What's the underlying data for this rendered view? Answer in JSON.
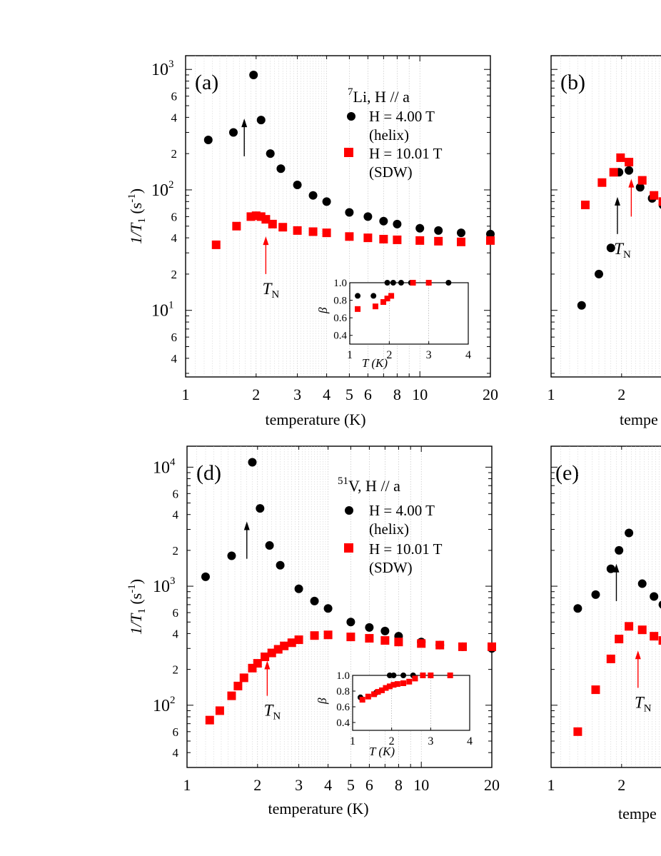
{
  "panels_common": {
    "xlabel": "temperature (K)",
    "ylabel_main": "1/T",
    "ylabel_sub": "1",
    "ylabel_unit": " (s",
    "ylabel_exp": "-1",
    "ylabel_close": ")",
    "tn_main": "T",
    "tn_sub": "N",
    "inset_ylabel": "β",
    "inset_xlabel": "T (K)"
  },
  "chart_data": [
    {
      "type": "scatter",
      "panel_label": "(a)",
      "legend_title_sup": "7",
      "legend_title": "Li, H // a",
      "legend_placement": "top-right",
      "x_scale": "log",
      "y_scale": "log",
      "xlim": [
        1,
        20
      ],
      "ylim": [
        2.8,
        1300
      ],
      "x_ticks": [
        "1",
        "2",
        "3",
        "4",
        "5",
        "6",
        "8",
        "10",
        "20"
      ],
      "y_ticks": [
        "10^1",
        "10^2",
        "10^3"
      ],
      "y_minor_labels": [
        "4",
        "6",
        "2",
        "4",
        "6",
        "2",
        "4",
        "6"
      ],
      "series": [
        {
          "name": "H = 4.00 T",
          "note": "(helix)",
          "color": "#000000",
          "marker": "circle",
          "x": [
            1.25,
            1.6,
            1.95,
            2.1,
            2.3,
            2.55,
            3.0,
            3.5,
            4.0,
            5.0,
            6.0,
            7.0,
            8.0,
            10.0,
            12.0,
            15.0,
            20.0
          ],
          "y": [
            260,
            300,
            900,
            380,
            200,
            150,
            110,
            90,
            80,
            65,
            60,
            55,
            52,
            48,
            46,
            44,
            43
          ]
        },
        {
          "name": "H = 10.01 T",
          "note": "(SDW)",
          "color": "#ff0000",
          "marker": "square",
          "x": [
            1.35,
            1.65,
            1.9,
            2.0,
            2.1,
            2.2,
            2.35,
            2.6,
            3.0,
            3.5,
            4.0,
            5.0,
            6.0,
            7.0,
            8.0,
            10.0,
            12.0,
            15.0,
            20.0
          ],
          "y": [
            35,
            50,
            60,
            61,
            60,
            57,
            52,
            49,
            46,
            45,
            44,
            41,
            40,
            39,
            38.5,
            38,
            37.5,
            37,
            38
          ]
        }
      ],
      "arrows": [
        {
          "color": "#000000",
          "x": 1.78,
          "y_from": 190,
          "y_to": 380
        },
        {
          "color": "#ff0000",
          "x": 2.2,
          "y_from": 20,
          "y_to": 40,
          "label": "T_N"
        }
      ],
      "inset": {
        "type": "scatter",
        "xlim": [
          1,
          4
        ],
        "ylim": [
          0.3,
          1.0
        ],
        "y_ticks": [
          "0.4",
          "0.6",
          "0.8",
          "1.0"
        ],
        "x_ticks": [
          "1",
          "2",
          "3",
          "4"
        ],
        "series": [
          {
            "name": "H = 4.00 T",
            "color": "#000000",
            "marker": "circle",
            "x": [
              1.2,
              1.6,
              1.95,
              2.1,
              2.3,
              2.55,
              3.0,
              3.5
            ],
            "y": [
              0.85,
              0.85,
              1.0,
              1.0,
              1.0,
              1.0,
              1.0,
              1.0
            ]
          },
          {
            "name": "H = 10.01 T",
            "color": "#ff0000",
            "marker": "square",
            "x": [
              1.2,
              1.65,
              1.85,
              1.95,
              2.05,
              2.6,
              3.0
            ],
            "y": [
              0.7,
              0.73,
              0.78,
              0.82,
              0.85,
              1.0,
              1.0
            ]
          }
        ]
      }
    },
    {
      "type": "scatter",
      "panel_label": "(b)",
      "x_scale": "log",
      "y_scale": "log",
      "xlim": [
        1,
        20
      ],
      "ylim": [
        2.8,
        1300
      ],
      "x_ticks": [
        "1",
        "2"
      ],
      "xlabel": "tempe",
      "series": [
        {
          "name": "H = 4.00 T",
          "color": "#000000",
          "marker": "circle",
          "x": [
            1.35,
            1.6,
            1.8,
            1.95,
            2.15,
            2.4,
            2.7,
            3.0
          ],
          "y": [
            11,
            20,
            33,
            140,
            145,
            105,
            85,
            75
          ]
        },
        {
          "name": "H = 10.01 T",
          "color": "#ff0000",
          "marker": "square",
          "x": [
            1.4,
            1.65,
            1.85,
            1.98,
            2.15,
            2.45,
            2.75,
            3.0
          ],
          "y": [
            75,
            115,
            140,
            185,
            170,
            120,
            90,
            80
          ]
        }
      ],
      "arrows": [
        {
          "color": "#000000",
          "x": 1.92,
          "y_from": 43,
          "y_to": 85,
          "label": "T_N"
        },
        {
          "color": "#ff0000",
          "x": 2.2,
          "y_from": 60,
          "y_to": 120
        }
      ]
    },
    {
      "type": "scatter",
      "panel_label": "(d)",
      "legend_title_sup": "51",
      "legend_title": "V,  H // a",
      "legend_placement": "top-right",
      "x_scale": "log",
      "y_scale": "log",
      "xlim": [
        1,
        20
      ],
      "ylim": [
        30,
        15000
      ],
      "x_ticks": [
        "1",
        "2",
        "3",
        "4",
        "5",
        "6",
        "8",
        "10",
        "20"
      ],
      "y_ticks": [
        "10^2",
        "10^3",
        "10^4"
      ],
      "y_minor_labels": [
        "4",
        "6",
        "2",
        "4",
        "6",
        "2",
        "4",
        "6"
      ],
      "series": [
        {
          "name": "H = 4.00 T",
          "note": "(helix)",
          "color": "#000000",
          "marker": "circle",
          "x": [
            1.2,
            1.55,
            1.9,
            2.05,
            2.25,
            2.5,
            3.0,
            3.5,
            4.0,
            5.0,
            6.0,
            7.0,
            8.0,
            10.0,
            12.0,
            15.0,
            20.0
          ],
          "y": [
            1200,
            1800,
            11000,
            4500,
            2200,
            1500,
            950,
            750,
            650,
            500,
            450,
            420,
            380,
            340,
            320,
            310,
            300
          ]
        },
        {
          "name": "H = 10.01 T",
          "note": "(SDW)",
          "color": "#ff0000",
          "marker": "square",
          "x": [
            1.25,
            1.38,
            1.55,
            1.65,
            1.75,
            1.9,
            2.0,
            2.15,
            2.3,
            2.45,
            2.6,
            2.8,
            3.0,
            3.5,
            4.0,
            5.0,
            6.0,
            7.0,
            8.0,
            10.0,
            12.0,
            15.0,
            20.0
          ],
          "y": [
            75,
            90,
            120,
            145,
            170,
            205,
            225,
            255,
            275,
            295,
            315,
            335,
            355,
            385,
            390,
            375,
            365,
            350,
            340,
            330,
            320,
            310,
            310
          ]
        }
      ],
      "arrows": [
        {
          "color": "#000000",
          "x": 1.8,
          "y_from": 1700,
          "y_to": 3400
        },
        {
          "color": "#ff0000",
          "x": 2.2,
          "y_from": 120,
          "y_to": 230,
          "label": "T_N"
        }
      ],
      "inset": {
        "type": "scatter",
        "xlim": [
          1,
          4
        ],
        "ylim": [
          0.3,
          1.0
        ],
        "y_ticks": [
          "0.4",
          "0.6",
          "0.8",
          "1.0"
        ],
        "x_ticks": [
          "1",
          "2",
          "3",
          "4"
        ],
        "series": [
          {
            "name": "H = 4.00 T",
            "color": "#000000",
            "marker": "circle",
            "x": [
              1.2,
              1.6,
              1.95,
              2.05,
              2.3,
              2.55,
              3.0,
              3.5
            ],
            "y": [
              0.72,
              0.78,
              1.0,
              1.0,
              1.0,
              1.0,
              1.0,
              1.0
            ]
          },
          {
            "name": "H = 10.01 T",
            "color": "#ff0000",
            "marker": "square",
            "x": [
              1.25,
              1.4,
              1.55,
              1.65,
              1.75,
              1.85,
              1.95,
              2.05,
              2.15,
              2.3,
              2.45,
              2.6,
              2.8,
              3.0,
              3.5
            ],
            "y": [
              0.69,
              0.73,
              0.76,
              0.79,
              0.81,
              0.84,
              0.86,
              0.88,
              0.89,
              0.9,
              0.92,
              0.96,
              1.0,
              1.0,
              1.0
            ]
          }
        ]
      }
    },
    {
      "type": "scatter",
      "panel_label": "(e)",
      "x_scale": "log",
      "y_scale": "log",
      "xlim": [
        1,
        20
      ],
      "ylim": [
        30,
        15000
      ],
      "x_ticks": [
        "1",
        "2"
      ],
      "xlabel": "tempe",
      "series": [
        {
          "name": "H = 4.00 T",
          "color": "#000000",
          "marker": "circle",
          "x": [
            1.3,
            1.55,
            1.8,
            1.95,
            2.15,
            2.45,
            2.75,
            3.0
          ],
          "y": [
            650,
            850,
            1400,
            2000,
            2800,
            1050,
            820,
            700
          ]
        },
        {
          "name": "H = 10.01 T",
          "color": "#ff0000",
          "marker": "square",
          "x": [
            1.3,
            1.55,
            1.8,
            1.95,
            2.15,
            2.45,
            2.75,
            3.0
          ],
          "y": [
            60,
            135,
            245,
            360,
            460,
            430,
            380,
            350
          ]
        }
      ],
      "arrows": [
        {
          "color": "#000000",
          "x": 1.9,
          "y_from": 750,
          "y_to": 1500
        },
        {
          "color": "#ff0000",
          "x": 2.35,
          "y_from": 140,
          "y_to": 280,
          "label": "T_N"
        }
      ]
    }
  ]
}
